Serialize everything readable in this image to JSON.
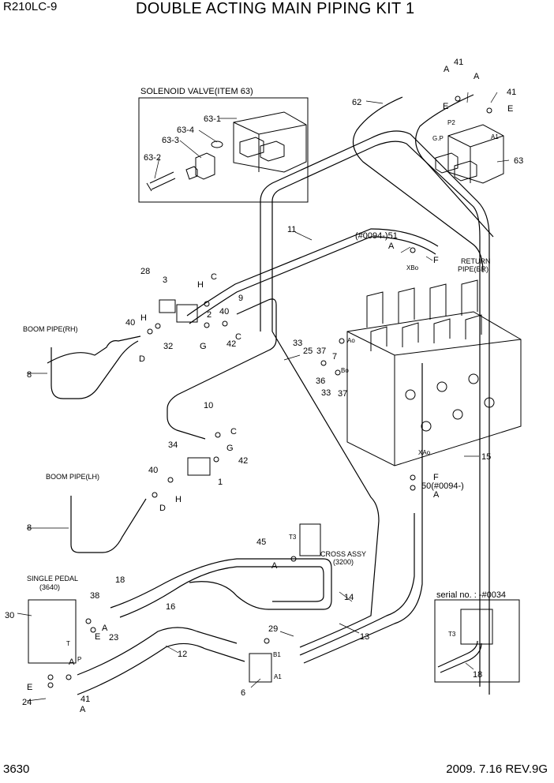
{
  "header": {
    "model": "R210LC-9",
    "title": "DOUBLE ACTING MAIN PIPING KIT 1"
  },
  "footer": {
    "page": "3630",
    "date_rev": "2009. 7.16  REV.9G"
  },
  "callouts": {
    "solenoid_title": "SOLENOID VALVE(ITEM 63)",
    "boom_rh": "BOOM PIPE(RH)",
    "boom_lh": "BOOM PIPE(LH)",
    "single_pedal": "SINGLE PEDAL",
    "single_pedal_no": "(3640)",
    "cross_assy": "CROSS ASSY",
    "cross_assy_no": "(3200)",
    "return_pipe": "RETURN",
    "return_pipe2": "PIPE(BR)",
    "serial": "serial no. : -#0034",
    "serial_label_18": "18",
    "p51": "(#0094-)51",
    "p50": "50(#0094-)"
  },
  "parts": {
    "p1": "1",
    "p2": "2",
    "p3": "3",
    "p6": "6",
    "p7": "7",
    "p8a": "8",
    "p8b": "8",
    "p9": "9",
    "p10": "10",
    "p11": "11",
    "p12": "12",
    "p13": "13",
    "p14": "14",
    "p15": "15",
    "p16": "16",
    "p18": "18",
    "p23": "23",
    "p24": "24",
    "p25": "25",
    "p28": "28",
    "p29": "29",
    "p30": "30",
    "p32": "32",
    "p33a": "33",
    "p33b": "33",
    "p34": "34",
    "p36": "36",
    "p37a": "37",
    "p37b": "37",
    "p38": "38",
    "p40a": "40",
    "p40b": "40",
    "p40c": "40",
    "p41a": "41",
    "p41b": "41",
    "p41c": "41",
    "p42a": "42",
    "p42b": "42",
    "p45": "45",
    "p62": "62",
    "p63": "63",
    "s631": "63-1",
    "s632": "63-2",
    "s633": "63-3",
    "s634": "63-4"
  },
  "letters": {
    "A1": "A",
    "A2": "A",
    "A3": "A",
    "A4": "A",
    "A5": "A",
    "A6": "A",
    "A7": "A",
    "A8": "A",
    "C1": "C",
    "C2": "C",
    "C3": "C",
    "D1": "D",
    "D2": "D",
    "E1": "E",
    "E2": "E",
    "E3": "E",
    "E4": "E",
    "F1": "F",
    "F2": "F",
    "G1": "G",
    "G2": "G",
    "H1": "H",
    "H2": "H",
    "H3": "H"
  },
  "ports": {
    "xbo": "XBo",
    "ao": "Ao",
    "bo": "Bo",
    "xao": "XAo",
    "p2": "P2",
    "gp": "G.P",
    "a1": "A1",
    "t3": "T3",
    "t3b": "T3",
    "b1": "B1",
    "a1b": "A1",
    "t": "T",
    "p": "P"
  }
}
